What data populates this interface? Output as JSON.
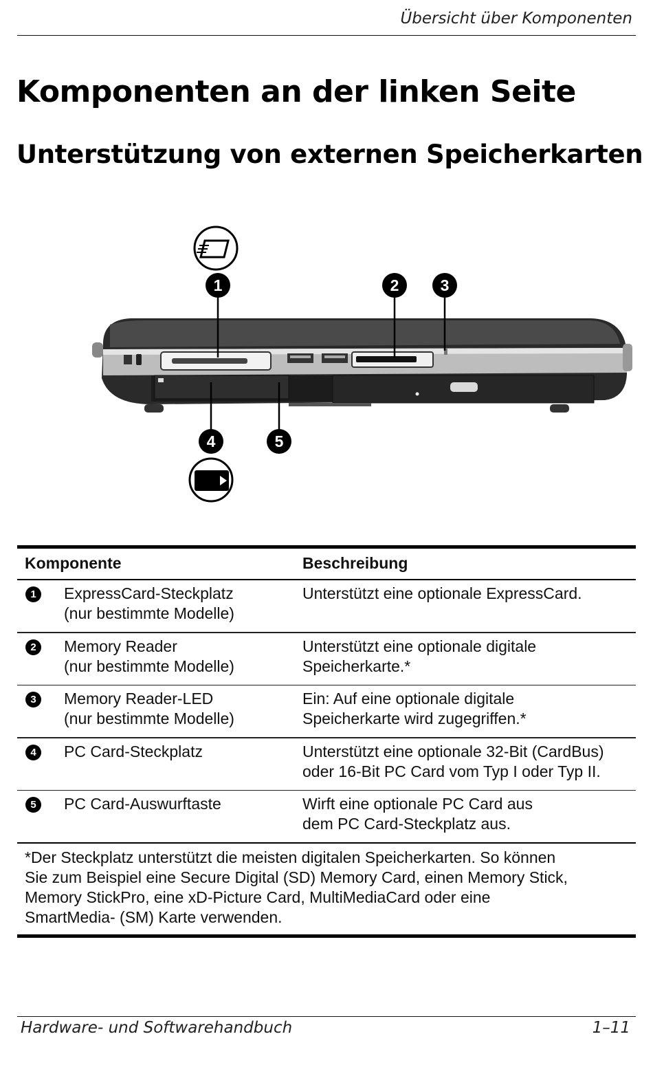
{
  "header": {
    "running_title": "Übersicht über Komponenten"
  },
  "section": {
    "title": "Komponenten an der linken Seite",
    "subtitle": "Unterstützung von externen Speicherkarten"
  },
  "figure": {
    "callouts": [
      "1",
      "2",
      "3",
      "4",
      "5"
    ],
    "icons": [
      "expresscard-icon",
      "pc-card-icon",
      "usb-icon"
    ]
  },
  "table": {
    "headers": [
      "Komponente",
      "Beschreibung"
    ],
    "rows": [
      {
        "num": "1",
        "name": [
          "ExpressCard-Steckplatz",
          "(nur bestimmte Modelle)"
        ],
        "desc": [
          "Unterstützt eine optionale ExpressCard.",
          ""
        ]
      },
      {
        "num": "2",
        "name": [
          "Memory Reader",
          "(nur bestimmte Modelle)"
        ],
        "desc": [
          "Unterstützt eine optionale digitale",
          "Speicherkarte.*"
        ]
      },
      {
        "num": "3",
        "name": [
          "Memory Reader-LED",
          "(nur bestimmte Modelle)"
        ],
        "desc": [
          "Ein: Auf eine optionale digitale",
          "Speicherkarte wird zugegriffen.*"
        ]
      },
      {
        "num": "4",
        "name": [
          "PC Card-Steckplatz",
          ""
        ],
        "desc": [
          "Unterstützt eine optionale 32-Bit (CardBus)",
          "oder 16-Bit PC Card vom Typ I oder Typ II."
        ]
      },
      {
        "num": "5",
        "name": [
          "PC Card-Auswurftaste",
          ""
        ],
        "desc": [
          "Wirft eine optionale PC Card aus",
          "dem PC Card-Steckplatz aus."
        ]
      }
    ],
    "footnote": [
      "*Der Steckplatz unterstützt die meisten digitalen Speicherkarten. So können",
      "Sie zum Beispiel eine Secure Digital (SD) Memory Card, einen Memory Stick,",
      "Memory StickPro, eine xD-Picture Card, MultiMediaCard oder eine",
      "SmartMedia- (SM) Karte verwenden."
    ]
  },
  "footer": {
    "left": "Hardware- und Softwarehandbuch",
    "right": "1–11"
  }
}
